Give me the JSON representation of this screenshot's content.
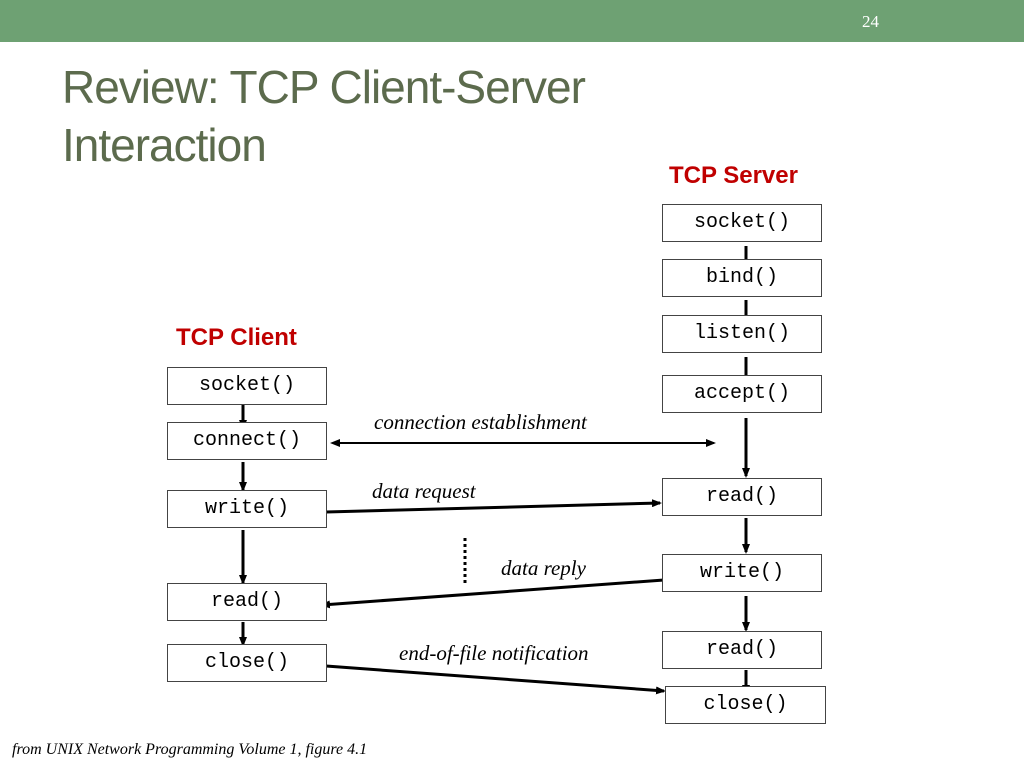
{
  "slide_number": "24",
  "title": {
    "line1": "Review: TCP Client-Server",
    "line2": "Interaction"
  },
  "server": {
    "heading": "TCP Server",
    "calls": [
      "socket()",
      "bind()",
      "listen()",
      "accept()",
      "read()",
      "write()",
      "read()",
      "close()"
    ]
  },
  "client": {
    "heading": "TCP Client",
    "calls": [
      "socket()",
      "connect()",
      "write()",
      "read()",
      "close()"
    ]
  },
  "labels": {
    "connection": "connection establishment",
    "request": "data request",
    "reply": "data reply",
    "eof": "end-of-file notification"
  },
  "footer": "from UNIX Network Programming Volume 1, figure 4.1",
  "colors": {
    "top_bar": "#6ea173",
    "title_text": "#5c6b4d",
    "heading_text": "#c00000"
  }
}
